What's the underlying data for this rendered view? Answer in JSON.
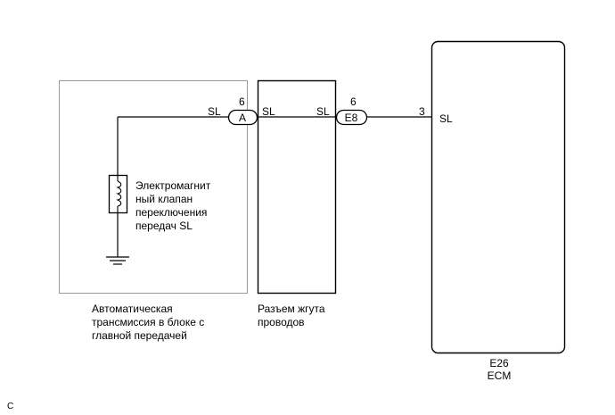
{
  "components": {
    "transmission": {
      "caption": "Автоматическая\nтрансмиссия в блоке с\nглавной передачей",
      "terminal": "SL"
    },
    "solenoid": {
      "caption": "Электромагнит\nный клапан\nпереключения\nпередач SL"
    },
    "harness": {
      "caption": "Разъем жгута\nпроводов",
      "terminal_left": "SL",
      "terminal_right": "SL"
    },
    "ecm": {
      "code": "E26",
      "name": "ECM",
      "terminal": "SL"
    }
  },
  "connectors": {
    "a": {
      "id": "A",
      "pin": "6"
    },
    "e8": {
      "id": "E8",
      "pin": "6"
    },
    "ecm_pin": "3"
  },
  "footer_code": "C",
  "colors": {
    "dashed_box": "#999999",
    "solid_line": "#000000",
    "connector_fill": "#ffffff"
  }
}
